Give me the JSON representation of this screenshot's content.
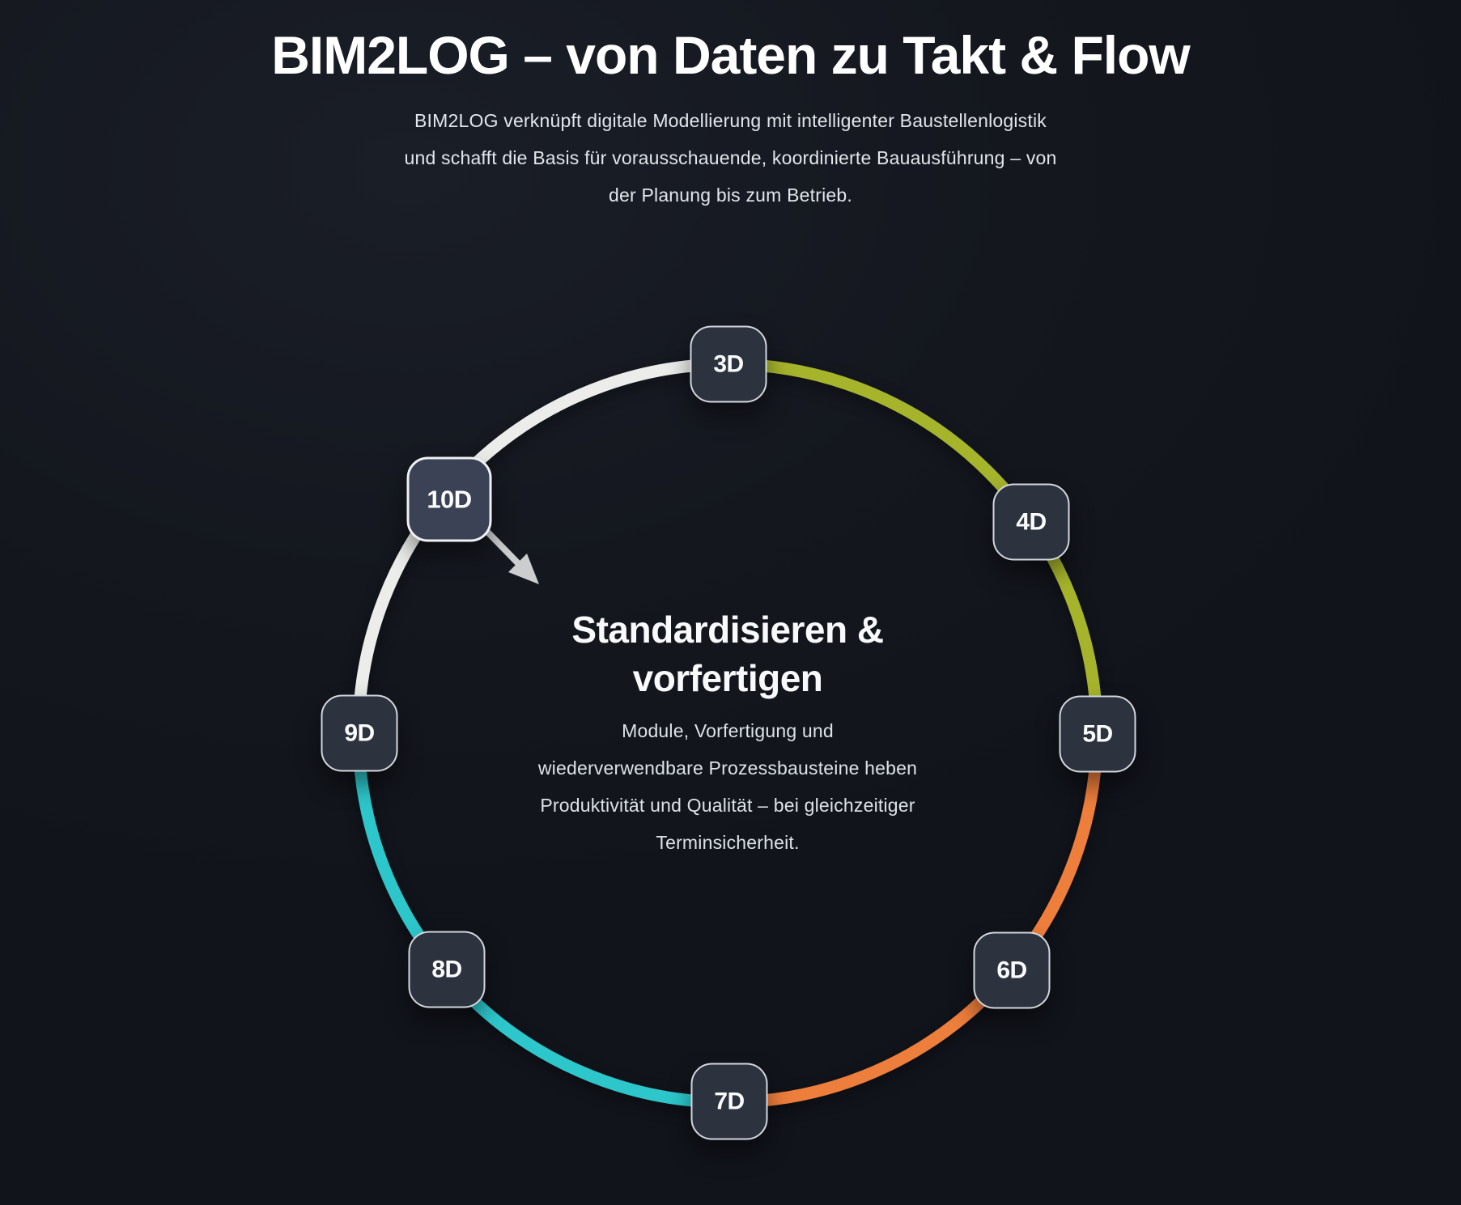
{
  "header": {
    "title": "BIM2LOG – von Daten zu Takt & Flow",
    "subtitle_lines": [
      "BIM2LOG verknüpft digitale Modellierung mit intelligenter Baustellenlogistik",
      "und schafft die Basis für vorausschauende, koordinierte Bauausführung – von",
      "der Planung bis zum Betrieb."
    ]
  },
  "diagram": {
    "nodes": [
      {
        "label": "3D",
        "active": false
      },
      {
        "label": "4D",
        "active": false
      },
      {
        "label": "5D",
        "active": false
      },
      {
        "label": "6D",
        "active": false
      },
      {
        "label": "7D",
        "active": false
      },
      {
        "label": "8D",
        "active": false
      },
      {
        "label": "9D",
        "active": false
      },
      {
        "label": "10D",
        "active": true
      }
    ],
    "center": {
      "heading_lines": [
        "Standardisieren &",
        "vorfertigen"
      ],
      "body_lines": [
        "Module, Vorfertigung und",
        "wiederverwendbare Prozessbausteine heben",
        "Produktivität und Qualität – bei gleichzeitiger",
        "Terminsicherheit."
      ]
    },
    "colors": {
      "arc_green": "#a6b42c",
      "arc_orange": "#ee7e3c",
      "arc_teal": "#2dc7cb",
      "arc_white": "#ececea",
      "arrow_gray": "#cbcdcf",
      "node_background": "#2d323f",
      "node_background_active": "#3b4255",
      "node_border": "#d3d7dd"
    }
  }
}
